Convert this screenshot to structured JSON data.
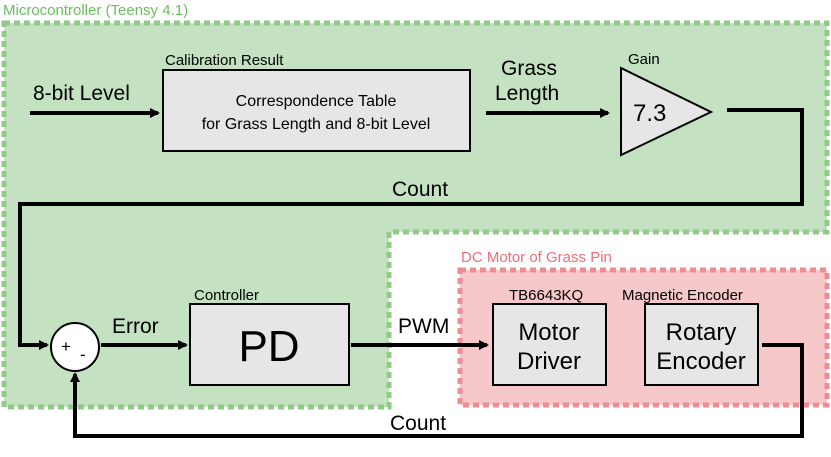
{
  "regions": {
    "microcontroller": "Microcontroller (Teensy 4.1)",
    "motor": "DC Motor of Grass Pin"
  },
  "blocks": {
    "calibration": {
      "caption": "Calibration Result",
      "line1": "Correspondence Table",
      "line2": "for Grass Length and 8-bit Level"
    },
    "gain": {
      "caption": "Gain",
      "value": "7.3"
    },
    "controller": {
      "caption": "Controller",
      "label": "PD"
    },
    "driver": {
      "caption": "TB6643KQ",
      "line1": "Motor",
      "line2": "Driver"
    },
    "encoder": {
      "caption": "Magnetic Encoder",
      "line1": "Rotary",
      "line2": "Encoder"
    },
    "summing": {
      "plus": "+",
      "minus": "-"
    }
  },
  "signals": {
    "input": "8-bit Level",
    "grass_line1": "Grass",
    "grass_line2": "Length",
    "count_top": "Count",
    "error": "Error",
    "pwm": "PWM",
    "count_bottom": "Count"
  },
  "colors": {
    "micro_fill": "#c4e1c1",
    "micro_border": "#8fcb86",
    "motor_fill": "#f7c8c9",
    "motor_border": "#ee8e94",
    "micro_label": "#68c05f",
    "motor_label": "#ee6f78",
    "block_fill": "#e6e6e6"
  }
}
